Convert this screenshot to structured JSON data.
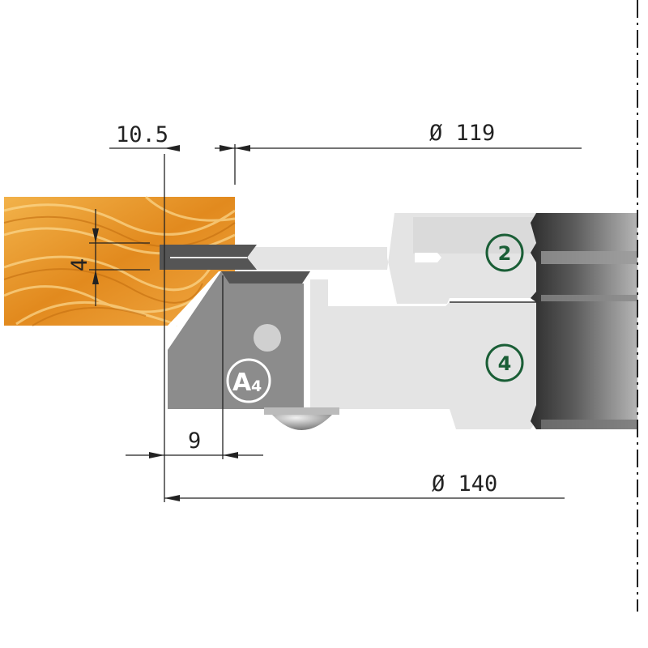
{
  "dimensions": {
    "offset": "10.5",
    "diameter_top": "Ø 119",
    "depth": "4",
    "width": "9",
    "diameter_bottom": "Ø 140"
  },
  "labels": {
    "knife_a": "A",
    "knife_sub": "4",
    "part_2": "2",
    "part_4": "4"
  },
  "colors": {
    "wood": "#e8962a",
    "knife": "#555555",
    "holder": "#8c8c8c",
    "body": "#e4e4e4",
    "badge": "#1a5e36"
  }
}
